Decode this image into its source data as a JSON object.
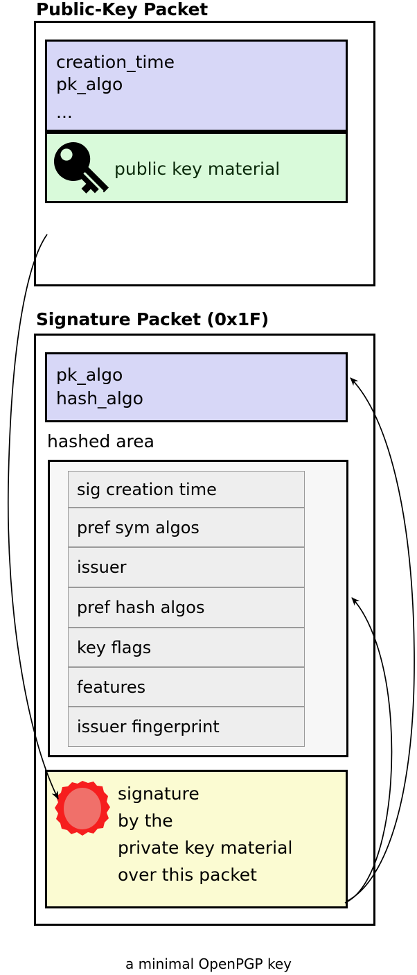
{
  "caption": "a minimal OpenPGP key",
  "public_key_packet": {
    "title": "Public-Key Packet",
    "header_block": {
      "lines": [
        "creation_time",
        "pk_algo",
        "..."
      ],
      "color": "#d7d7f7"
    },
    "key_material_block": {
      "label": "public key material",
      "icon": "key-icon",
      "color": "#d9fada"
    }
  },
  "signature_packet": {
    "title": "Signature Packet (0x1F)",
    "algo_block": {
      "lines": [
        "pk_algo",
        "hash_algo"
      ],
      "color": "#d7d7f7"
    },
    "hashed_area": {
      "label": "hashed area",
      "subpackets": [
        "sig creation time",
        "pref sym algos",
        "issuer",
        "pref hash algos",
        "key flags",
        "features",
        "issuer fingerprint"
      ]
    },
    "signature_block": {
      "icon": "wax-seal-icon",
      "lines": [
        "signature",
        "by the",
        "private key material",
        "over this packet"
      ],
      "color": "#fbfbd2",
      "seal_outer_color": "#f61e1e",
      "seal_inner_color": "#f0706a"
    }
  },
  "arrows": [
    {
      "name": "arrow-public-key-to-signature",
      "from": "public key material",
      "to": "signature"
    },
    {
      "name": "arrow-signature-to-algo-block",
      "from": "signature",
      "to": "pk_algo / hash_algo"
    },
    {
      "name": "arrow-signature-to-hashed-area",
      "from": "signature",
      "to": "hashed area"
    }
  ]
}
